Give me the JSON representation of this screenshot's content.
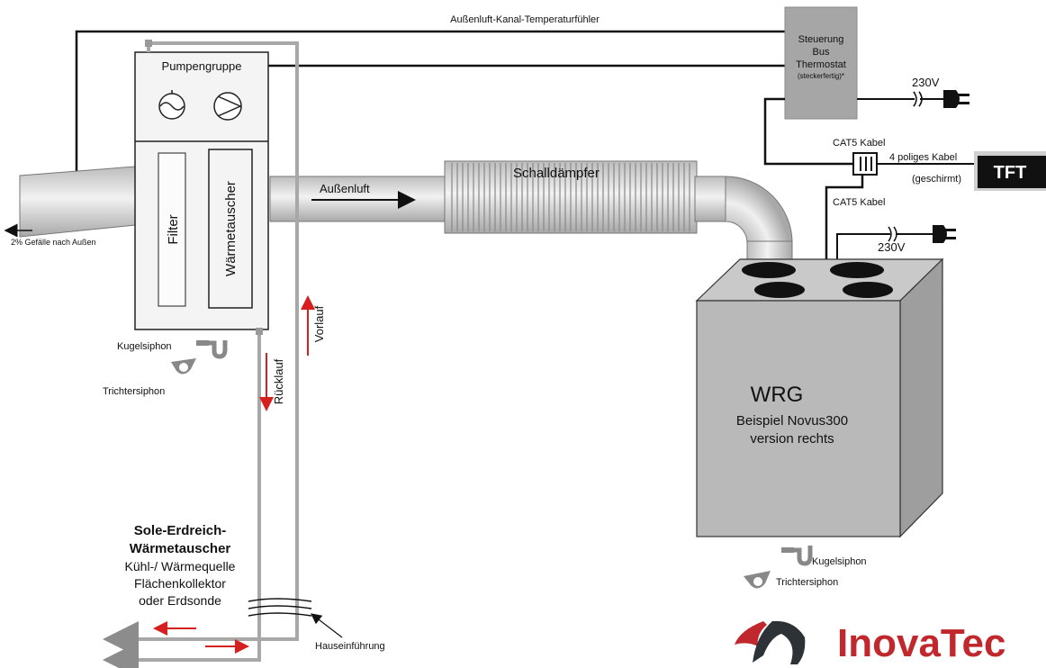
{
  "labels": {
    "sensor_line": "Außenluft-Kanal-Temperaturfühler",
    "control_line1": "Steuerung",
    "control_line2": "Bus",
    "control_line3": "Thermostat",
    "control_line4": "(steckerfertig)*",
    "power_top": "230V",
    "cat5_top": "CAT5 Kabel",
    "cable_4pol": "4 poliges Kabel",
    "cable_shielded": "(geschirmt)",
    "tft": "TFT",
    "cat5_bottom": "CAT5 Kabel",
    "power_wrg": "230V",
    "pump_group": "Pumpengruppe",
    "filter": "Filter",
    "heat_exchanger": "Wärmetauscher",
    "outside_air": "Außenluft",
    "silencer": "Schalldämpfer",
    "slope": "2% Gefälle nach Außen",
    "flow": "Vorlauf",
    "return": "Rücklauf",
    "ball_siphon_left": "Kugelsiphon",
    "funnel_siphon_left": "Trichtersiphon",
    "wrg_title": "WRG",
    "wrg_line2": "Beispiel Novus300",
    "wrg_line3": "version rechts",
    "ball_siphon_right": "Kugelsiphon",
    "funnel_siphon_right": "Trichtersiphon",
    "ground_hx_line1": "Sole-Erdreich-",
    "ground_hx_line2": "Wärmetauscher",
    "ground_hx_line3": "Kühl-/ Wärmequelle",
    "ground_hx_line4": "Flächenkollektor",
    "ground_hx_line5": "oder Erdsonde",
    "house_entry": "Hauseinführung",
    "logo": "InovaTec"
  },
  "colors": {
    "pipe_gray": "#a8a8a8",
    "control_box": "#a6a6a6",
    "wrg_box": "#b9b9b9",
    "flow_arrow": "#d62020",
    "logo_red": "#c0282e",
    "logo_dark": "#2d3236"
  }
}
